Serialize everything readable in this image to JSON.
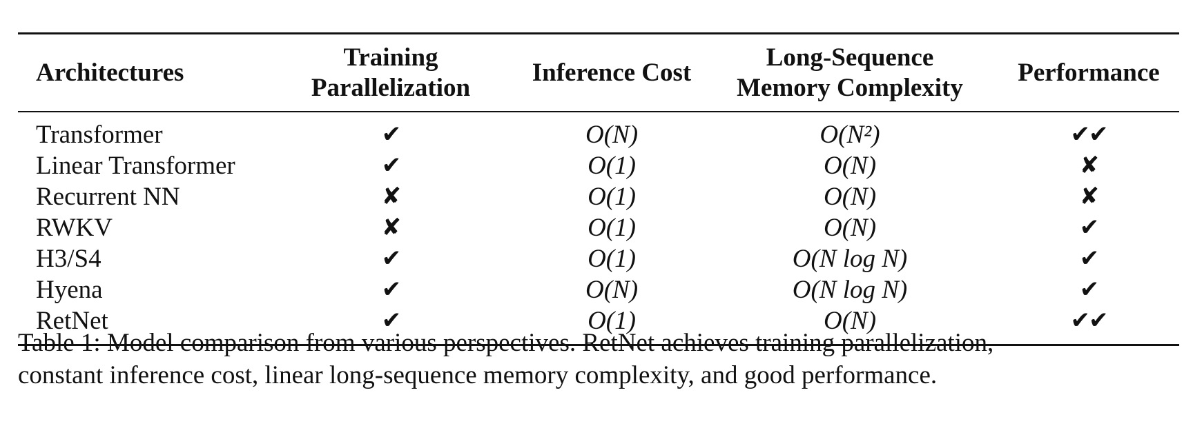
{
  "table": {
    "headers": [
      {
        "lines": [
          "Architectures"
        ]
      },
      {
        "lines": [
          "Training",
          "Parallelization"
        ]
      },
      {
        "lines": [
          "Inference Cost"
        ]
      },
      {
        "lines": [
          "Long-Sequence",
          "Memory Complexity"
        ]
      },
      {
        "lines": [
          "Performance"
        ]
      }
    ],
    "rows": [
      {
        "architecture": "Transformer",
        "training_parallelization": "✔",
        "inference_cost": "O(N)",
        "memory_complexity": "O(N²)",
        "performance": "✔✔"
      },
      {
        "architecture": "Linear Transformer",
        "training_parallelization": "✔",
        "inference_cost": "O(1)",
        "memory_complexity": "O(N)",
        "performance": "✘"
      },
      {
        "architecture": "Recurrent NN",
        "training_parallelization": "✘",
        "inference_cost": "O(1)",
        "memory_complexity": "O(N)",
        "performance": "✘"
      },
      {
        "architecture": "RWKV",
        "training_parallelization": "✘",
        "inference_cost": "O(1)",
        "memory_complexity": "O(N)",
        "performance": "✔"
      },
      {
        "architecture": "H3/S4",
        "training_parallelization": "✔",
        "inference_cost": "O(1)",
        "memory_complexity": "O(N log N)",
        "performance": "✔"
      },
      {
        "architecture": "Hyena",
        "training_parallelization": "✔",
        "inference_cost": "O(N)",
        "memory_complexity": "O(N log N)",
        "performance": "✔"
      },
      {
        "architecture": "RetNet",
        "training_parallelization": "✔",
        "inference_cost": "O(1)",
        "memory_complexity": "O(N)",
        "performance": "✔✔"
      }
    ]
  },
  "caption": {
    "line1": "Table 1: Model comparison from various perspectives. RetNet achieves training parallelization,",
    "line2": "constant inference cost, linear long-sequence memory complexity, and good performance."
  }
}
